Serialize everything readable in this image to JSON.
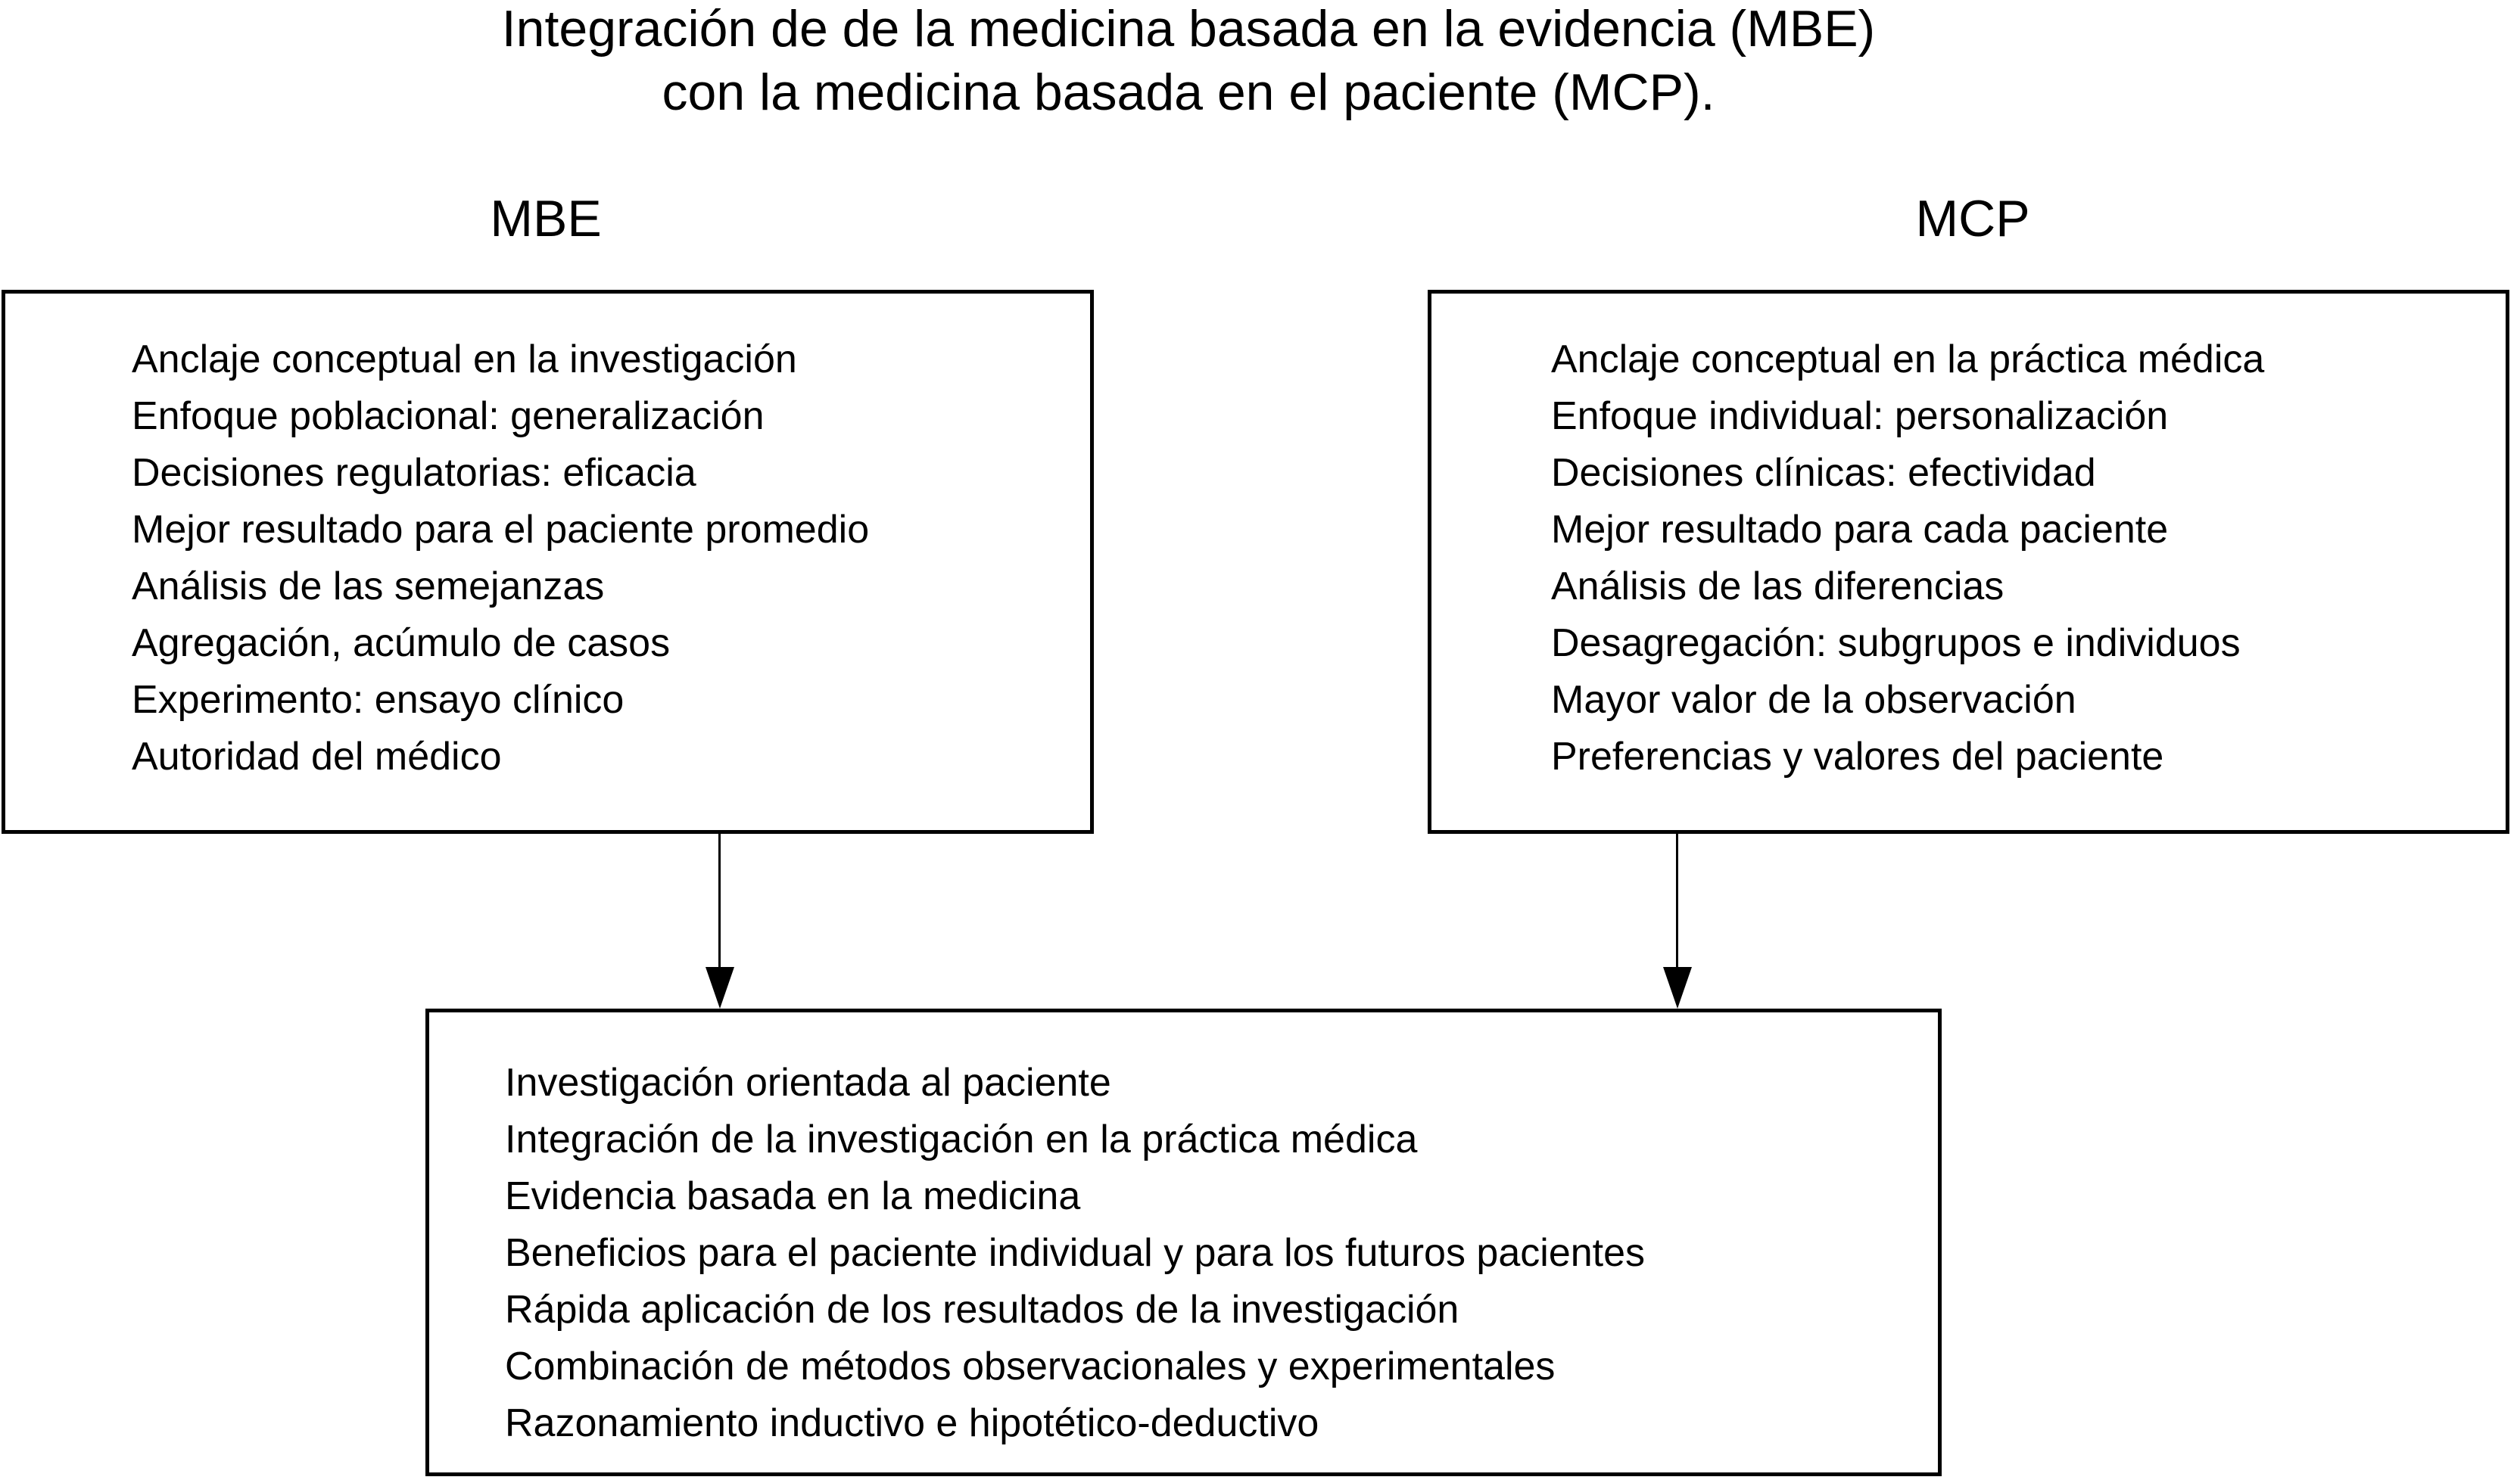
{
  "title": {
    "line1": "Integración de de la medicina basada en la evidencia (MBE)",
    "line2": "con la medicina basada en el paciente (MCP)."
  },
  "mbe": {
    "label": "MBE",
    "items": [
      "Anclaje conceptual en la investigación",
      "Enfoque poblacional: generalización",
      "Decisiones regulatorias: eficacia",
      "Mejor resultado para el paciente promedio",
      "Análisis de las semejanzas",
      "Agregación, acúmulo de casos",
      "Experimento: ensayo clínico",
      "Autoridad del médico"
    ]
  },
  "mcp": {
    "label": "MCP",
    "items": [
      "Anclaje conceptual en la práctica médica",
      "Enfoque individual: personalización",
      "Decisiones clínicas: efectividad",
      "Mejor resultado para cada paciente",
      "Análisis de las diferencias",
      "Desagregación: subgrupos e individuos",
      "Mayor valor de la observación",
      "Preferencias y valores del paciente"
    ]
  },
  "integration": {
    "items": [
      "Investigación orientada al paciente",
      "Integración de la investigación en la práctica médica",
      "Evidencia basada en la medicina",
      "Beneficios para el paciente individual y para los futuros pacientes",
      "Rápida aplicación de los resultados de la investigación",
      "Combinación de métodos observacionales y experimentales",
      "Razonamiento inductivo e hipotético-deductivo"
    ]
  },
  "colors": {
    "text": "#000000",
    "background": "#ffffff",
    "border": "#000000"
  }
}
